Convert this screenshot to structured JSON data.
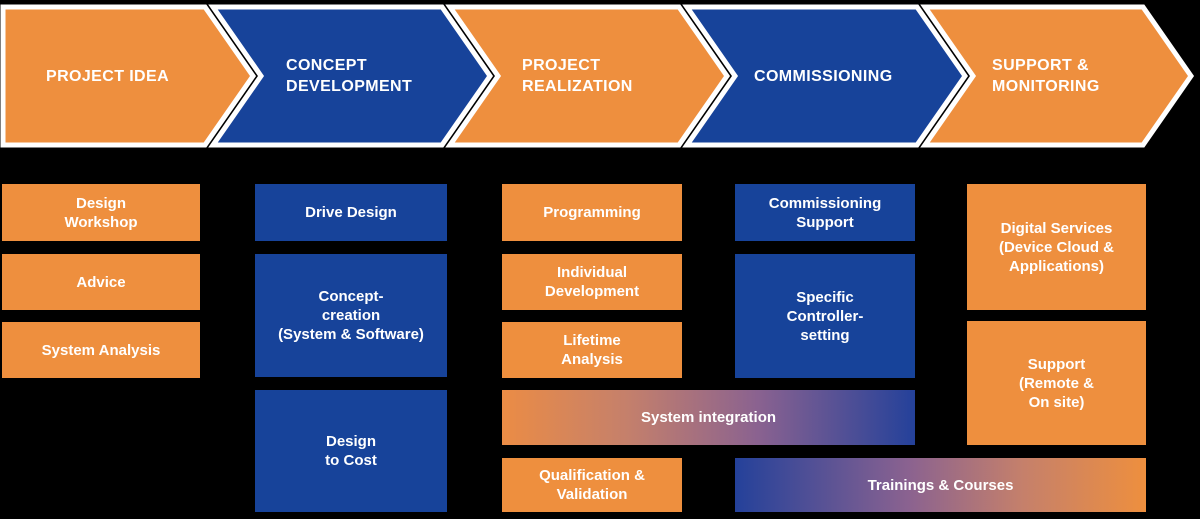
{
  "colors": {
    "orange": "#EE8F3E",
    "blue": "#17439A",
    "background": "#000000",
    "text": "#FFFFFF",
    "gradient_orange_to_blue": [
      "#EB8C45",
      "#8A6290",
      "#24419A"
    ],
    "gradient_blue_to_orange": [
      "#24419A",
      "#8A6290",
      "#EE8F3E"
    ]
  },
  "pipeline": {
    "stages": [
      {
        "label": "PROJECT IDEA",
        "color": "orange"
      },
      {
        "label": "CONCEPT\nDEVELOPMENT",
        "color": "blue"
      },
      {
        "label": "PROJECT\nREALIZATION",
        "color": "orange"
      },
      {
        "label": "COMMISSIONING",
        "color": "blue"
      },
      {
        "label": "SUPPORT &\nMONITORING",
        "color": "orange"
      }
    ]
  },
  "columns": [
    {
      "stage": "PROJECT IDEA",
      "boxes": [
        {
          "label": "Design\nWorkshop"
        },
        {
          "label": "Advice"
        },
        {
          "label": "System Analysis"
        }
      ]
    },
    {
      "stage": "CONCEPT DEVELOPMENT",
      "boxes": [
        {
          "label": "Drive Design"
        },
        {
          "label": "Concept-\ncreation\n(System & Software)"
        },
        {
          "label": "Design\nto Cost"
        }
      ]
    },
    {
      "stage": "PROJECT REALIZATION",
      "boxes": [
        {
          "label": "Programming"
        },
        {
          "label": "Individual\nDevelopment"
        },
        {
          "label": "Lifetime\nAnalysis"
        },
        {
          "label": "Qualification &\nValidation"
        }
      ]
    },
    {
      "stage": "COMMISSIONING",
      "boxes": [
        {
          "label": "Commissioning\nSupport"
        },
        {
          "label": "Specific\nController-\nsetting"
        }
      ]
    },
    {
      "stage": "SUPPORT & MONITORING",
      "boxes": [
        {
          "label": "Digital Services\n(Device Cloud &\nApplications)"
        },
        {
          "label": "Support\n(Remote &\nOn site)"
        }
      ]
    }
  ],
  "spanning_bars": [
    {
      "label": "System integration",
      "gradient": "orange-to-blue"
    },
    {
      "label": "Trainings & Courses",
      "gradient": "blue-to-orange"
    }
  ]
}
